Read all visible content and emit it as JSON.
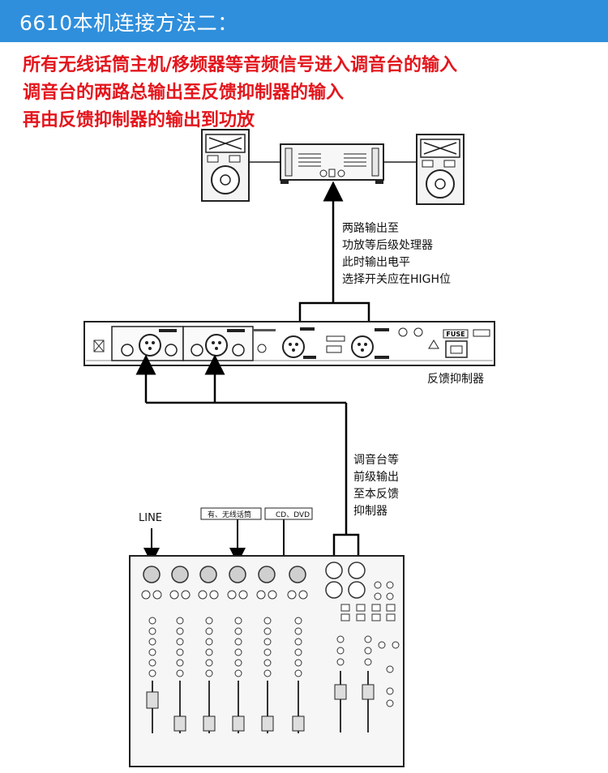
{
  "header": {
    "title": "6610本机连接方法二：",
    "bg_color": "#2f8fdc"
  },
  "instructions": [
    "所有无线话筒主机/移频器等音频信号进入调音台的输入",
    "调音台的两路总输出至反馈抑制器的输入",
    "再由反馈抑制器的输出到功放"
  ],
  "instruction_color": "#e3161d",
  "notes": {
    "to_amp": [
      "两路输出至",
      "功放等后级处理器",
      "此时输出电平",
      "选择开关应在HIGH位"
    ],
    "feedback_suppressor": "反馈抑制器",
    "mixer_to_suppressor": [
      "调音台等",
      "前级输出",
      "至本反馈",
      "抑制器"
    ]
  },
  "mixer_labels": {
    "line": "LINE",
    "mic": "有、无线话筒",
    "cd": "CD、DVD"
  },
  "device_panel": {
    "fuse": "FUSE"
  }
}
